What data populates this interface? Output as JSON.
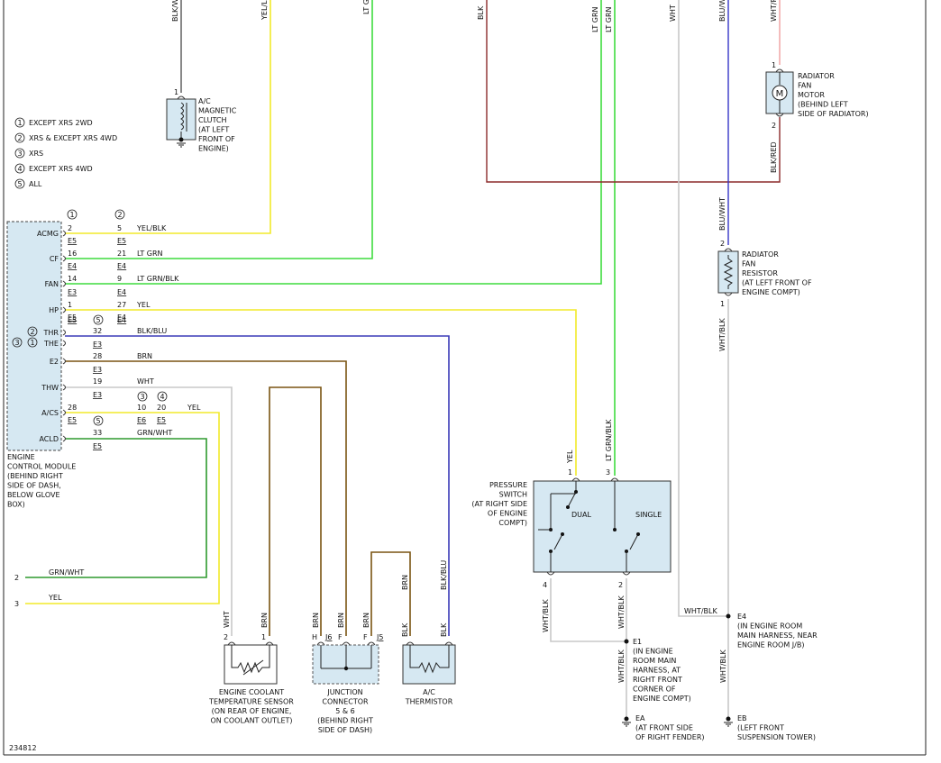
{
  "colors": {
    "yel": "#f2ea2a",
    "ltgrn": "#3fdc3f",
    "grn_wht": "#2e9a2e",
    "blk_blu": "#3a3ab8",
    "brn": "#7a5412",
    "wht": "#c8c8c8",
    "blk_red": "#8b2a2a",
    "blu_wht": "#3636c8",
    "wht_red": "#f0a0a0",
    "blk": "#555555",
    "component_fill": "#d6e8f2"
  },
  "top_wires": {
    "blk_w": "BLK/W",
    "yel_l": "YEL/L",
    "lt_g": "LT G",
    "blk": "BLK",
    "lt_grn_1": "LT GRN",
    "lt_grn_2": "LT GRN",
    "wht": "WHT",
    "blu_wht": "BLU/WHT",
    "wht_r": "WHT/R"
  },
  "legend": [
    {
      "num": "1",
      "text": "EXCEPT XRS 2WD"
    },
    {
      "num": "2",
      "text": "XRS & EXCEPT XRS 4WD"
    },
    {
      "num": "3",
      "text": "XRS"
    },
    {
      "num": "4",
      "text": "EXCEPT XRS 4WD"
    },
    {
      "num": "5",
      "text": "ALL"
    }
  ],
  "ecm": {
    "label": [
      "ENGINE",
      "CONTROL MODULE",
      "(BEHIND RIGHT",
      "SIDE OF DASH,",
      "BELOW GLOVE",
      "BOX)"
    ],
    "col_head_1": "1",
    "col_head_2": "2",
    "pins": [
      {
        "name": "ACMG",
        "c1": "2",
        "c2": "5",
        "conn1": "E5",
        "conn2": "E5",
        "wire": "YEL/BLK"
      },
      {
        "name": "CF",
        "c1": "16",
        "c2": "21",
        "conn1": "E4",
        "conn2": "E4",
        "wire": "LT GRN"
      },
      {
        "name": "FAN",
        "c1": "14",
        "c2": "9",
        "conn1": "E3",
        "conn2": "E4",
        "wire": "LT GRN/BLK"
      },
      {
        "name": "HP",
        "c1": "1",
        "c2": "27",
        "conn1": "E5",
        "conn2": "E4",
        "wire": "YEL"
      },
      {
        "name": "THR",
        "prefix": "2",
        "c1": "",
        "c2": "32",
        "conn1": "E5",
        "conn2": "",
        "wire": "BLK/BLU"
      },
      {
        "name": "THE",
        "prefix": "3 1",
        "c1": "",
        "c2": "28",
        "conn1": "E3",
        "conn2": "",
        "wire": "BRN"
      },
      {
        "name": "E2",
        "c1": "",
        "c2": "19",
        "conn1": "E3",
        "conn2": "",
        "wire": "WHT"
      },
      {
        "name": "THW",
        "c1": "",
        "c2": "10",
        "c3": "20",
        "conn1": "E3",
        "conn2": "E6",
        "conn3": "E5",
        "wire": "YEL",
        "head3": "3",
        "head4": "4"
      },
      {
        "name": "A/CS",
        "c1": "28",
        "c2": "33",
        "conn1": "E5",
        "conn2": "",
        "wire": "GRN/WHT"
      },
      {
        "name": "ACLD",
        "c1": "",
        "c2": "",
        "conn1": "E5",
        "conn2": "",
        "wire": ""
      }
    ],
    "thr_circle": "5",
    "thr_right_conn": "E4",
    "acs_circle": "5"
  },
  "left_wires": [
    {
      "num": "2",
      "label": "GRN/WHT"
    },
    {
      "num": "3",
      "label": "YEL"
    }
  ],
  "ac_clutch": {
    "pin": "1",
    "label": [
      "A/C",
      "MAGNETIC",
      "CLUTCH",
      "(AT LEFT",
      "FRONT OF",
      "ENGINE)"
    ]
  },
  "fan_motor": {
    "pin_top": "1",
    "pin_bot": "2",
    "symbol": "M",
    "label": [
      "RADIATOR",
      "FAN",
      "MOTOR",
      "(BEHIND LEFT",
      "SIDE OF RADIATOR)"
    ],
    "wire_below": "BLK/RED"
  },
  "fan_resistor": {
    "pin_top": "2",
    "pin_bot": "1",
    "wire_above": "BLU/WHT",
    "wire_below": "WHT/BLK",
    "label": [
      "RADIATOR",
      "FAN",
      "RESISTOR",
      "(AT LEFT FRONT OF",
      "ENGINE COMPT)"
    ]
  },
  "pressure_switch": {
    "label": [
      "PRESSURE",
      "SWITCH",
      "(AT RIGHT SIDE",
      "OF ENGINE",
      "COMPT)"
    ],
    "dual": "DUAL",
    "single": "SINGLE",
    "pin1": "1",
    "pin3": "3",
    "pin4": "4",
    "pin2": "2",
    "wire_pin1": "YEL",
    "wire_pin3": "LT GRN/BLK",
    "wire_pin4": "WHT/BLK",
    "wire_pin2": "WHT/BLK"
  },
  "grounds": {
    "e1_label": [
      "E1",
      "(IN ENGINE",
      "ROOM MAIN",
      "HARNESS, AT",
      "RIGHT FRONT",
      "CORNER OF",
      "ENGINE COMPT)"
    ],
    "e4_label": [
      "E4",
      "(IN ENGINE ROOM",
      "MAIN HARNESS, NEAR",
      "ENGINE ROOM J/B)"
    ],
    "ea_label": [
      "EA",
      "(AT FRONT SIDE",
      "OF RIGHT FENDER)"
    ],
    "eb_label": [
      "EB",
      "(LEFT FRONT",
      "SUSPENSION TOWER)"
    ],
    "e4_wire": "WHT/BLK",
    "e1_down_wire": "WHT/BLK",
    "e4_down_wire": "WHT/BLK"
  },
  "ect": {
    "pin2": "2",
    "pin1": "1",
    "wire2": "WHT",
    "wire1": "BRN",
    "label": [
      "ENGINE COOLANT",
      "TEMPERATURE SENSOR",
      "(ON REAR OF ENGINE,",
      "ON COOLANT OUTLET)"
    ]
  },
  "junction": {
    "pin_h": "H",
    "conn_j6": "J6",
    "pin_f1": "F",
    "pin_f2": "F",
    "conn_j5": "J5",
    "wires": [
      "BRN",
      "BRN",
      "BRN"
    ],
    "label": [
      "JUNCTION",
      "CONNECTOR",
      "5 & 6",
      "(BEHIND RIGHT",
      "SIDE OF DASH)"
    ]
  },
  "thermistor": {
    "wire_left": "BLK",
    "wire_right": "BLK",
    "wire_brn": "BRN",
    "wire_blkblu": "BLK/BLU",
    "label": [
      "A/C",
      "THERMISTOR"
    ]
  },
  "footer_id": "234812"
}
